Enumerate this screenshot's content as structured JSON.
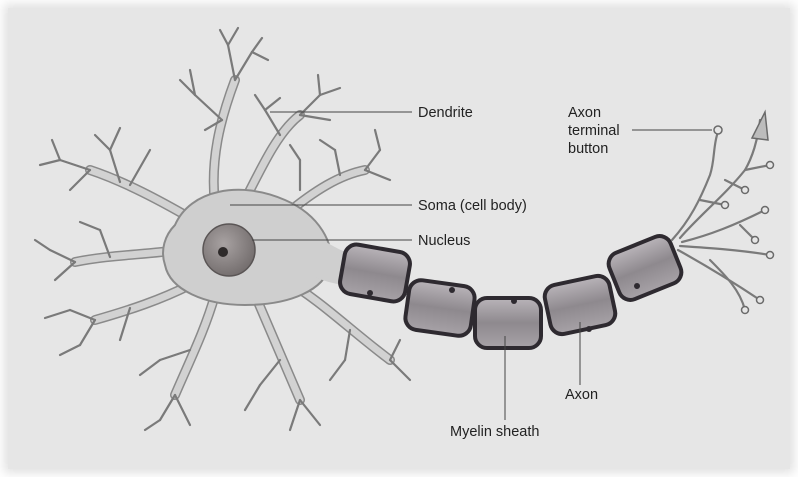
{
  "diagram": {
    "labels": {
      "dendrite": "Dendrite",
      "soma": "Soma (cell body)",
      "nucleus": "Nucleus",
      "axon_terminal_1": "Axon",
      "axon_terminal_2": "terminal",
      "axon_terminal_3": "button",
      "axon": "Axon",
      "myelin_sheath": "Myelin sheath"
    },
    "colors": {
      "background": "#e6e6e6",
      "cell_fill": "#cfcfcf",
      "cell_outline": "#6e6e6e",
      "nucleus": "#8c8686",
      "myelin_outline": "#2e2a30",
      "myelin_fill": "#9a959a"
    }
  }
}
